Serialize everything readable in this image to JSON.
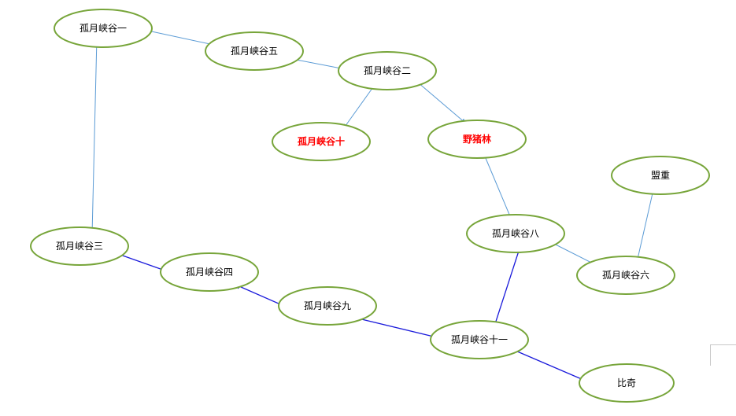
{
  "colors": {
    "node_stroke": "#77a53a",
    "edge_light": "#5b9bd5",
    "edge_dark": "#1a1adb",
    "special_label": "#ff0000"
  },
  "nodes": [
    {
      "id": "n1",
      "label": "孤月峡谷一"
    },
    {
      "id": "n5",
      "label": "孤月峡谷五"
    },
    {
      "id": "n2",
      "label": "孤月峡谷二"
    },
    {
      "id": "n10",
      "label": "孤月峡谷十",
      "special": true
    },
    {
      "id": "nzl",
      "label": "野猪林",
      "special": true
    },
    {
      "id": "nmz",
      "label": "盟重"
    },
    {
      "id": "n3",
      "label": "孤月峡谷三"
    },
    {
      "id": "n4",
      "label": "孤月峡谷四"
    },
    {
      "id": "n9",
      "label": "孤月峡谷九"
    },
    {
      "id": "n8",
      "label": "孤月峡谷八"
    },
    {
      "id": "n6",
      "label": "孤月峡谷六"
    },
    {
      "id": "n11",
      "label": "孤月峡谷十一"
    },
    {
      "id": "nbq",
      "label": "比奇"
    }
  ],
  "edges": [
    {
      "from": "n1",
      "to": "n5",
      "style": "light",
      "dir": "both"
    },
    {
      "from": "n5",
      "to": "n2",
      "style": "light",
      "dir": "both"
    },
    {
      "from": "n2",
      "to": "n10",
      "style": "light",
      "dir": "forward"
    },
    {
      "from": "n2",
      "to": "nzl",
      "style": "light",
      "dir": "both"
    },
    {
      "from": "nzl",
      "to": "n8",
      "style": "light",
      "dir": "both"
    },
    {
      "from": "n8",
      "to": "n6",
      "style": "light",
      "dir": "both"
    },
    {
      "from": "n6",
      "to": "nmz",
      "style": "light",
      "dir": "both"
    },
    {
      "from": "n1",
      "to": "n3",
      "style": "light",
      "dir": "both"
    },
    {
      "from": "n3",
      "to": "n4",
      "style": "dark",
      "dir": "both"
    },
    {
      "from": "n4",
      "to": "n9",
      "style": "dark",
      "dir": "both"
    },
    {
      "from": "n9",
      "to": "n11",
      "style": "dark",
      "dir": "both"
    },
    {
      "from": "n11",
      "to": "n8",
      "style": "dark",
      "dir": "both"
    },
    {
      "from": "n11",
      "to": "nbq",
      "style": "dark",
      "dir": "both"
    }
  ]
}
